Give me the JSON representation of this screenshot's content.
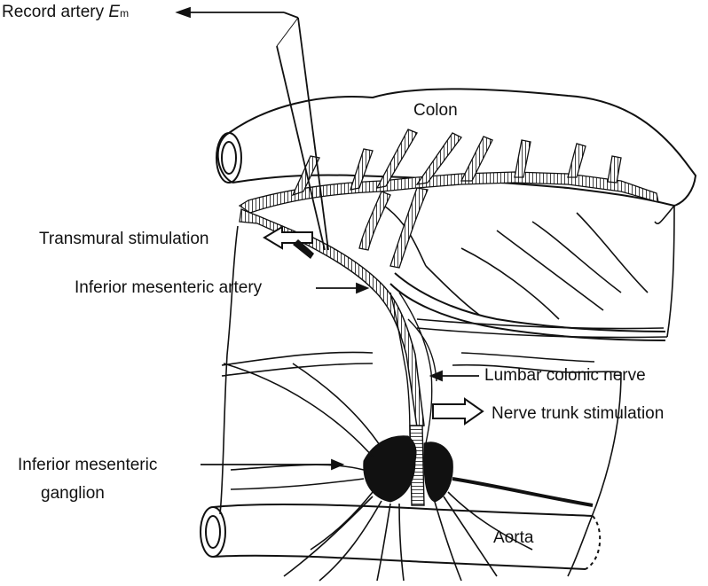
{
  "labels": {
    "record_artery": "Record artery",
    "record_symbol": "E",
    "record_subscript": "m",
    "colon": "Colon",
    "transmural": "Transmural stimulation",
    "ima": "Inferior mesenteric artery",
    "lumbar": "Lumbar colonic nerve",
    "nerve_trunk": "Nerve trunk stimulation",
    "img_line1": "Inferior mesenteric",
    "img_line2": "ganglion",
    "aorta": "Aorta"
  },
  "colors": {
    "ink": "#111111",
    "paper": "#ffffff"
  }
}
